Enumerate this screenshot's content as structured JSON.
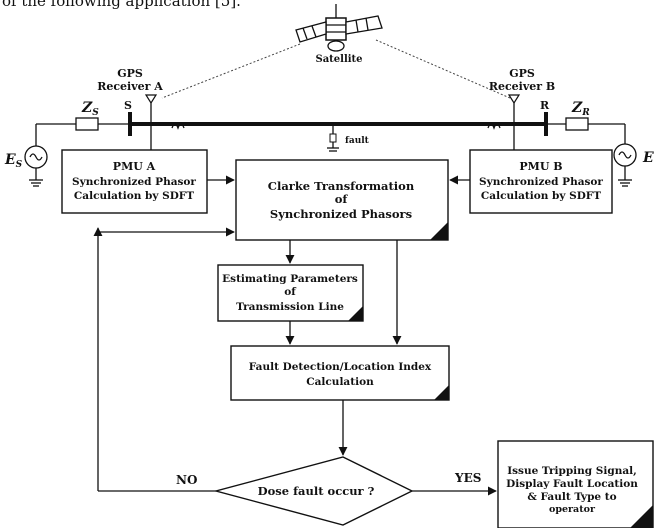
{
  "header_text": "of the following application [5].",
  "satellite": {
    "label": "Satellite"
  },
  "gps_a": {
    "line1": "GPS",
    "line2": "Receiver A"
  },
  "gps_b": {
    "line1": "GPS",
    "line2": "Receiver B"
  },
  "bus_s": "S",
  "bus_r": "R",
  "z_s": "Z",
  "z_s_sub": "S",
  "z_r": "Z",
  "z_r_sub": "R",
  "e_s": "E",
  "e_s_sub": "S",
  "e_r": "E",
  "fault_label": "fault",
  "pmu_a": {
    "line1": "PMU A",
    "line2": "Synchronized Phasor",
    "line3": "Calculation by SDFT"
  },
  "pmu_b": {
    "line1": "PMU B",
    "line2": "Synchronized Phasor",
    "line3": "Calculation by SDFT"
  },
  "clarke": {
    "line1": "Clarke Transformation",
    "line2": "of",
    "line3": "Synchronized Phasors"
  },
  "estimating": {
    "line1": "Estimating Parameters",
    "line2": "of",
    "line3": "Transmission Line"
  },
  "fault_detection": {
    "line1": "Fault Detection/Location Index",
    "line2": "Calculation"
  },
  "decision": {
    "label": "Dose fault occur ?"
  },
  "no_label": "NO",
  "yes_label": "YES",
  "output": {
    "line1": "Issue Tripping Signal,",
    "line2": "Display Fault Location",
    "line3": "& Fault Type to",
    "line4": "operator"
  }
}
